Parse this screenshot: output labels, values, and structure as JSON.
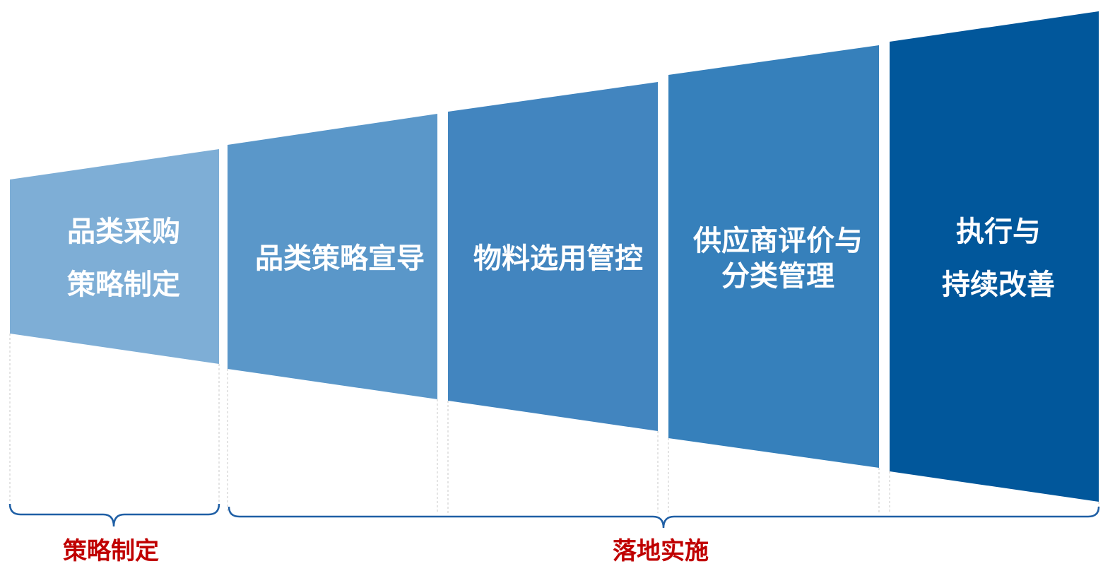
{
  "steps": [
    {
      "lines": [
        "品类采购",
        "策略制定"
      ],
      "color": "#7eaed6"
    },
    {
      "lines": [
        "品类策略宣导"
      ],
      "color": "#5a97c9"
    },
    {
      "lines": [
        "物料选用管控"
      ],
      "color": "#4285bf"
    },
    {
      "lines": [
        "供应商评价与",
        "分类管理"
      ],
      "color": "#3680bb"
    },
    {
      "lines": [
        "执行与",
        "持续改善"
      ],
      "color": "#01579b"
    }
  ],
  "phases": {
    "strategy": {
      "label": "策略制定",
      "color": "#c00000"
    },
    "implementation": {
      "label": "落地实施",
      "color": "#c00000"
    }
  },
  "brace_color": "#1f5fa5"
}
